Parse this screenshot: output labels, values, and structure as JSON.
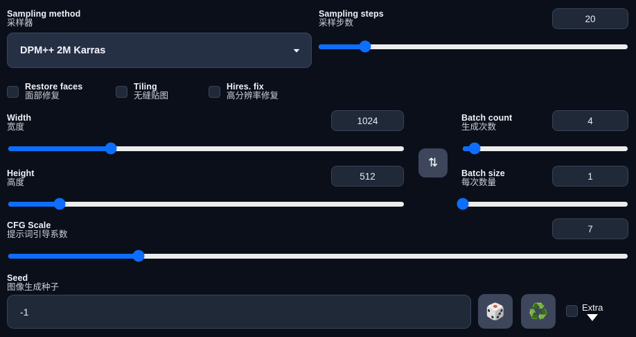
{
  "theme": {
    "page_bg": "#0b0f19",
    "accent_blue": "#0d6efd",
    "track_gray": "#ececec",
    "panel": "#1f2937",
    "dropdown_bg": "#263045",
    "button_bg": "#3d465b"
  },
  "sampling_method": {
    "label_en": "Sampling method",
    "label_zh": "采样器",
    "value": "DPM++ 2M Karras",
    "caret_icon": "chevron-down-icon"
  },
  "sampling_steps": {
    "label_en": "Sampling steps",
    "label_zh": "采样步数",
    "value": "20",
    "slider_percent": 15
  },
  "toggles": [
    {
      "label_en": "Restore faces",
      "label_zh": "面部修复",
      "checked": false,
      "name": "restore-faces"
    },
    {
      "label_en": "Tiling",
      "label_zh": "无缝贴图",
      "checked": false,
      "name": "tiling"
    },
    {
      "label_en": "Hires. fix",
      "label_zh": "高分辨率修复",
      "checked": false,
      "name": "hires-fix"
    }
  ],
  "width": {
    "label_en": "Width",
    "label_zh": "宽度",
    "value": "1024",
    "slider_percent": 26
  },
  "height": {
    "label_en": "Height",
    "label_zh": "高度",
    "value": "512",
    "slider_percent": 13
  },
  "swap_button": {
    "icon": "swap-vertical-icon",
    "glyph": "⇅"
  },
  "batch_count": {
    "label_en": "Batch count",
    "label_zh": "生成次数",
    "value": "4",
    "slider_percent": 7
  },
  "batch_size": {
    "label_en": "Batch size",
    "label_zh": "每次数量",
    "value": "1",
    "slider_percent": 0
  },
  "cfg_scale": {
    "label_en": "CFG Scale",
    "label_zh": "提示词引导系数",
    "value": "7",
    "slider_percent": 21
  },
  "seed": {
    "label_en": "Seed",
    "label_zh": "图像生成种子",
    "value": "-1",
    "random_button": {
      "icon": "dice-icon",
      "glyph": "🎲"
    },
    "reuse_button": {
      "icon": "recycle-icon",
      "glyph": "♻️"
    },
    "extra": {
      "label": "Extra",
      "checked": false,
      "caret_icon": "triangle-down-icon"
    }
  }
}
